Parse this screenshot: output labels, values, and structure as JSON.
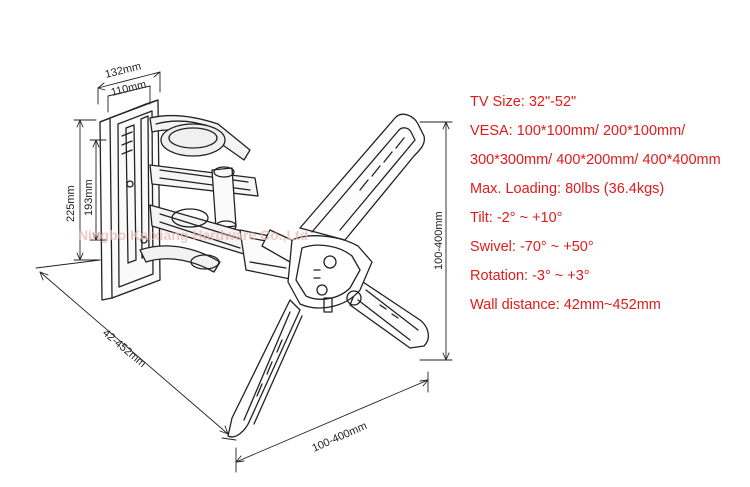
{
  "dimensions": {
    "arm_width_outer": "132mm",
    "arm_width_inner": "110mm",
    "wall_plate_height_outer": "225mm",
    "wall_plate_height_inner": "193mm",
    "extension": "42-452mm",
    "vesa_vertical": "100-400mm",
    "vesa_horizontal": "100-400mm"
  },
  "watermark": "Ningbo Kaixiang Hardware Co.,Ltd",
  "specs": [
    "TV Size: 32\"-52\"",
    "VESA: 100*100mm/ 200*100mm/",
    "300*300mm/ 400*200mm/ 400*400mm",
    "Max. Loading: 80lbs (36.4kgs)",
    "Tilt: -2°  ~ +10°",
    "Swivel: -70°  ~ +50°",
    "Rotation: -3°  ~ +3°",
    "Wall distance: 42mm~452mm"
  ],
  "colors": {
    "spec_text": "#e11b1b",
    "line_art": "#222222",
    "watermark": "#e8b8b8"
  }
}
